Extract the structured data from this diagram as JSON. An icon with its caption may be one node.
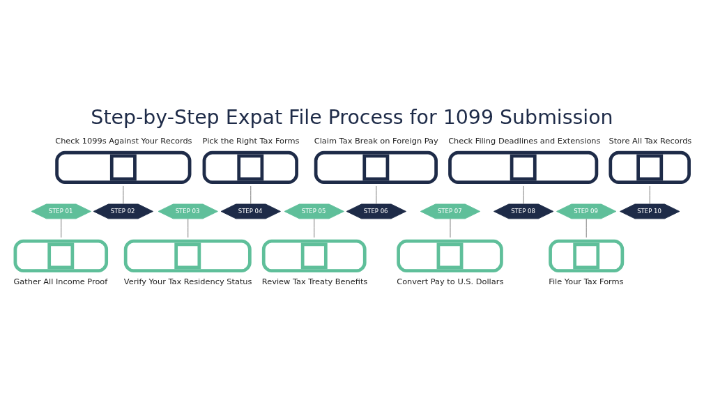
{
  "diagram": {
    "title": "Step-by-Step Expat File Process for 1099 Submission",
    "nodes": [
      {
        "text": [
          "STEP 01"
        ]
      },
      {
        "text": [
          "Gather All Income Proof"
        ]
      },
      {
        "text": [
          "STEP 02"
        ]
      },
      {
        "text": [
          "Check 1099s Against Your Records"
        ]
      },
      {
        "text": [
          "STEP 03"
        ]
      },
      {
        "text": [
          "Verify Your Tax Residency Status"
        ]
      },
      {
        "text": [
          "STEP 04"
        ]
      },
      {
        "text": [
          "Pick the Right Tax Forms"
        ]
      },
      {
        "text": [
          "STEP 05"
        ]
      },
      {
        "text": [
          "Review Tax Treaty Benefits"
        ]
      },
      {
        "text": [
          "STEP 06"
        ]
      },
      {
        "text": [
          "Claim Tax Break on Foreign Pay"
        ]
      },
      {
        "text": [
          "STEP 07"
        ]
      },
      {
        "text": [
          "Convert Pay to U.S. Dollars"
        ]
      },
      {
        "text": [
          "STEP 08"
        ]
      },
      {
        "text": [
          "Check Filing Deadlines and Extensions"
        ]
      },
      {
        "text": [
          "STEP 09"
        ]
      },
      {
        "text": [
          "File Your Tax Forms"
        ]
      },
      {
        "text": [
          "STEP 10"
        ]
      },
      {
        "text": [
          "Store All Tax Records"
        ]
      }
    ],
    "edges": [
      {
        "from": 0,
        "to": 1,
        "arrow": "none"
      },
      {
        "from": 3,
        "to": 2,
        "arrow": "none"
      },
      {
        "from": 4,
        "to": 5,
        "arrow": "none"
      },
      {
        "from": 7,
        "to": 6,
        "arrow": "none"
      },
      {
        "from": 8,
        "to": 9,
        "arrow": "none"
      },
      {
        "from": 11,
        "to": 10,
        "arrow": "none"
      },
      {
        "from": 12,
        "to": 13,
        "arrow": "none"
      },
      {
        "from": 15,
        "to": 14,
        "arrow": "none"
      },
      {
        "from": 16,
        "to": 17,
        "arrow": "none"
      },
      {
        "from": 19,
        "to": 18,
        "arrow": "none"
      }
    ]
  }
}
